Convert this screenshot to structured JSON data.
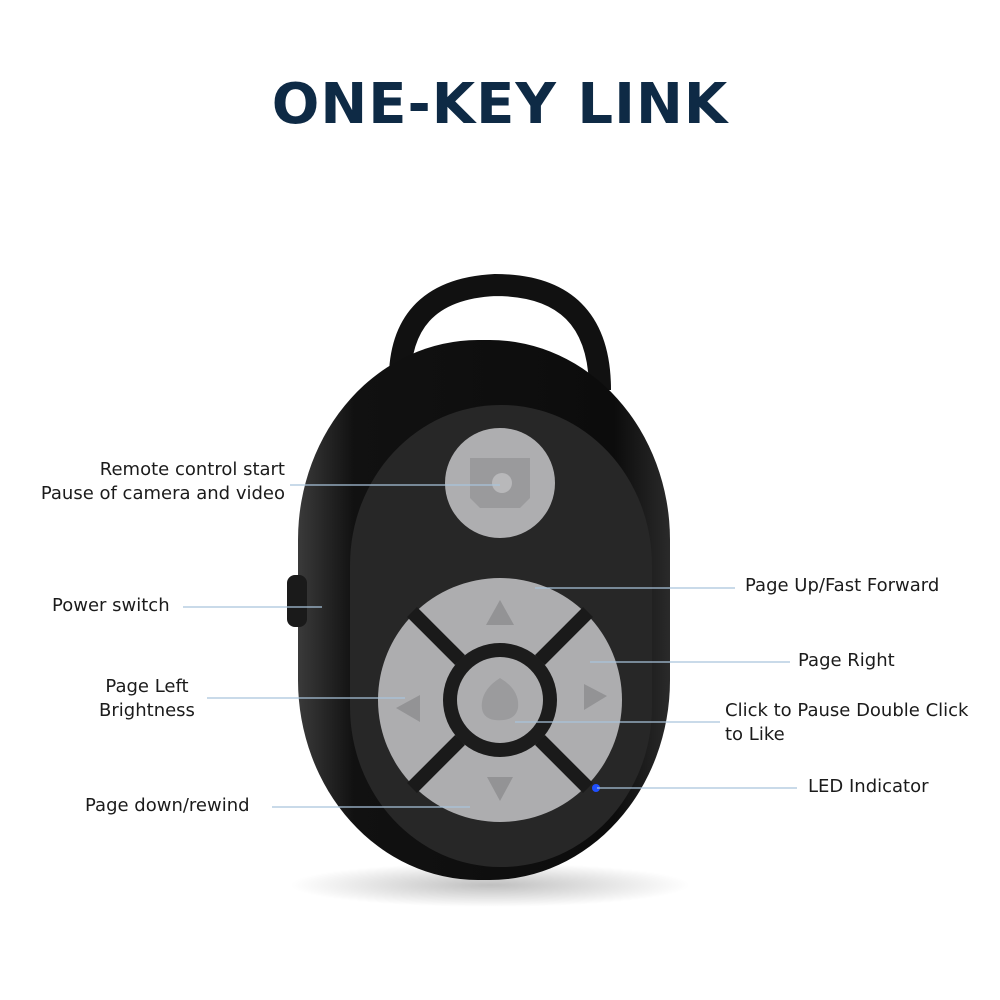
{
  "title": "ONE-KEY LINK",
  "labels": {
    "camera_line1": "Remote control start",
    "camera_line2": "Pause of camera and video",
    "power": "Power switch",
    "left_line1": "Page Left",
    "left_line2": "Brightness",
    "down": "Page down/rewind",
    "up": "Page Up/Fast Forward",
    "right": "Page Right",
    "center_line1": "Click to Pause Double Click",
    "center_line2": "to Like",
    "led": "LED Indicator"
  },
  "colors": {
    "title": "#0e2a45",
    "leader": "#a9c4dc",
    "led": "#1f4fff"
  }
}
